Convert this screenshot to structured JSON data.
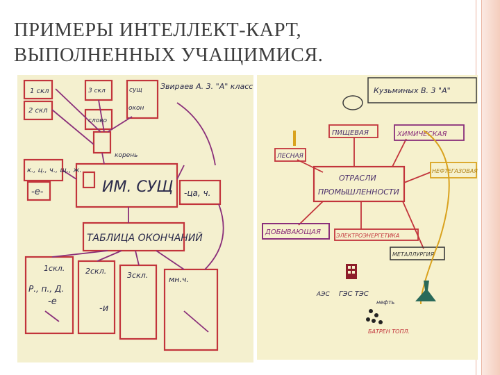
{
  "slide": {
    "title_line1": "ПРИМЕРЫ ИНТЕЛЛЕКТ-КАРТ,",
    "title_line2": "ВЫПОЛНЕННЫХ УЧАЩИМИСЯ."
  },
  "left_map": {
    "header": "Звираев А. 3. \"А\" класс",
    "center": "ИМ. СУЩ",
    "table": "ТАБЛИЦА ОКОНЧАНИЙ",
    "cases": "Р., п., Д.",
    "ending_e": "-е",
    "ending_i": "-и",
    "small_labels": [
      "1 скл",
      "2 скл",
      "3 скл",
      "сущ",
      "окон",
      "слово",
      "корень"
    ],
    "questions": "к., ц., ч., щ., ж.",
    "ending_box": "-е-",
    "col_heads": [
      "1скл.",
      "2скл.",
      "3скл.",
      "мн.ч."
    ],
    "right_box": "-ца, ч."
  },
  "right_map": {
    "header": "Кузьминых В.  3 \"А\"",
    "center_line1": "ОТРАСЛИ",
    "center_line2": "ПРОМЫШЛЕННОСТИ",
    "branches": [
      "ПИЩЕВАЯ",
      "ХИМИЧЕСКАЯ",
      "ЛЕСНАЯ",
      "НЕФТЕГАЗОВАЯ",
      "ДОБЫВАЮЩАЯ",
      "ЭЛЕКТРОЭНЕРГЕТИКА",
      "МЕТАЛЛУРГИЯ"
    ],
    "ges": "ГЭС ТЭС",
    "aes": "АЭС",
    "coal": "нефть",
    "bottom": "БАТРЕН ТОПЛ."
  },
  "colors": {
    "title": "#3d3d3d",
    "accent_edge": "#eab3a0",
    "marker_red": "#c2343b",
    "marker_purple": "#8a2f7a",
    "marker_yellow": "#d9a21e"
  }
}
